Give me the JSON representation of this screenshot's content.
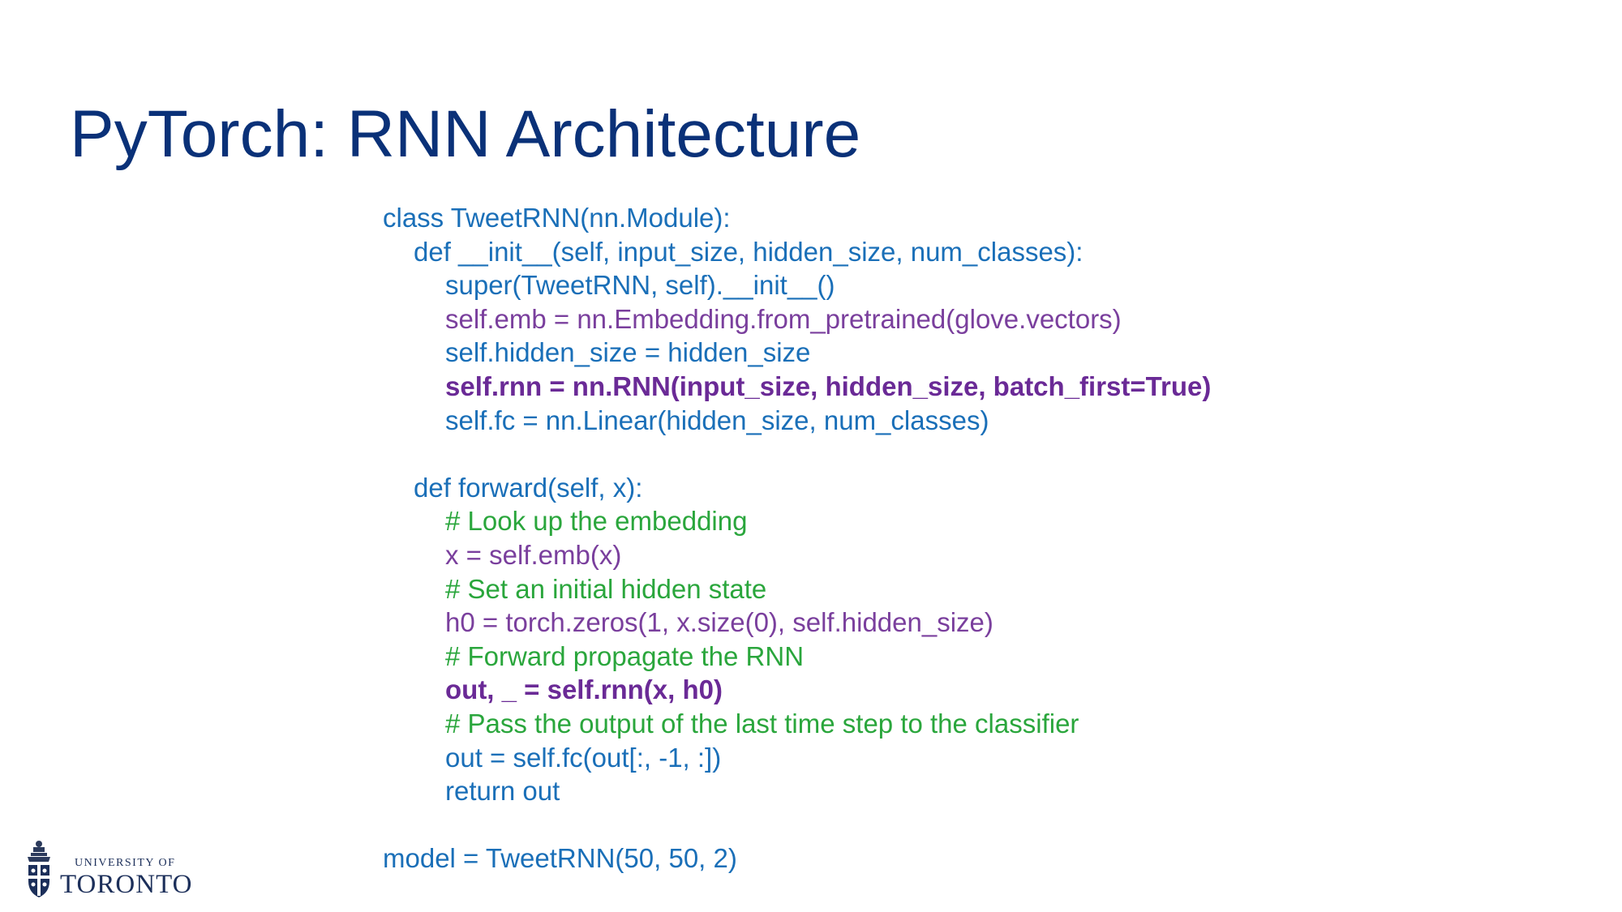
{
  "slide": {
    "title": "PyTorch: RNN Architecture"
  },
  "code": {
    "lines": [
      {
        "text": "class TweetRNN(nn.Module):",
        "indent": 0,
        "style": "blue"
      },
      {
        "text": "def __init__(self, input_size, hidden_size, num_classes):",
        "indent": 1,
        "style": "blue"
      },
      {
        "text": "super(TweetRNN, self).__init__()",
        "indent": 2,
        "style": "blue"
      },
      {
        "text": "self.emb = nn.Embedding.from_pretrained(glove.vectors)",
        "indent": 2,
        "style": "purple"
      },
      {
        "text": "self.hidden_size = hidden_size",
        "indent": 2,
        "style": "blue"
      },
      {
        "text": "self.rnn = nn.RNN(input_size, hidden_size, batch_first=True)",
        "indent": 2,
        "style": "boldpurple"
      },
      {
        "text": "self.fc = nn.Linear(hidden_size, num_classes)",
        "indent": 2,
        "style": "blue"
      },
      {
        "text": "",
        "indent": 0,
        "style": "blank"
      },
      {
        "text": "def forward(self, x):",
        "indent": 1,
        "style": "blue"
      },
      {
        "text": "# Look up the embedding",
        "indent": 2,
        "style": "green"
      },
      {
        "text": "x = self.emb(x)",
        "indent": 2,
        "style": "purple"
      },
      {
        "text": "# Set an initial hidden state",
        "indent": 2,
        "style": "green"
      },
      {
        "text": "h0 = torch.zeros(1, x.size(0), self.hidden_size)",
        "indent": 2,
        "style": "purple"
      },
      {
        "text": "# Forward propagate the RNN",
        "indent": 2,
        "style": "green"
      },
      {
        "text": "out, _ = self.rnn(x, h0)",
        "indent": 2,
        "style": "boldpurple"
      },
      {
        "text": "# Pass the output of the last time step to the classifier",
        "indent": 2,
        "style": "green"
      },
      {
        "text": "out = self.fc(out[:, -1, :])",
        "indent": 2,
        "style": "blue"
      },
      {
        "text": "return out",
        "indent": 2,
        "style": "blue"
      },
      {
        "text": "",
        "indent": 0,
        "style": "blank"
      },
      {
        "text": "model = TweetRNN(50, 50, 2)",
        "indent": 0,
        "style": "blue"
      }
    ]
  },
  "logo": {
    "line1": "UNIVERSITY OF",
    "line2": "TORONTO",
    "icon": "university-crest-icon"
  },
  "colors": {
    "title": "#0a3178",
    "code_blue": "#1a6fb8",
    "code_purple": "#7a3f9d",
    "code_green": "#2aa63c",
    "code_bold_purple": "#6a2a96",
    "logo": "#1c2f5a"
  }
}
